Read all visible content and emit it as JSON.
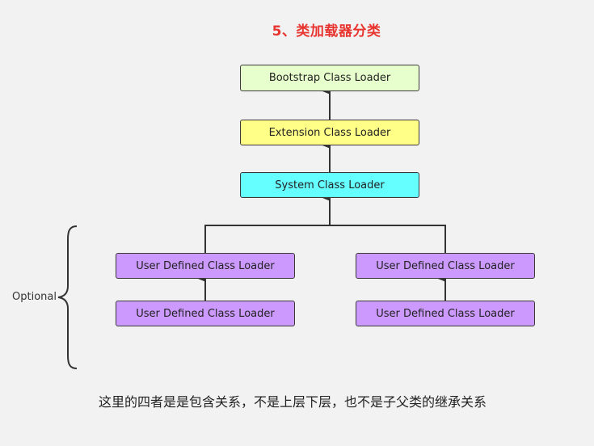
{
  "title": "5、类加载器分类",
  "nodes": {
    "bootstrap": "Bootstrap Class Loader",
    "extension": "Extension Class Loader",
    "system": "System Class Loader",
    "user_left_top": "User Defined Class Loader",
    "user_left_bottom": "User Defined Class Loader",
    "user_right_top": "User Defined Class Loader",
    "user_right_bottom": "User Defined Class Loader"
  },
  "bracket_label": "Optional",
  "caption": "这里的四者是是包含关系，不是上层下层，也不是子父类的继承关系",
  "colors": {
    "title": "#e8342f",
    "bootstrap": "#e6ffcc",
    "extension": "#ffff88",
    "system": "#66ffff",
    "user_defined": "#cc99ff"
  }
}
